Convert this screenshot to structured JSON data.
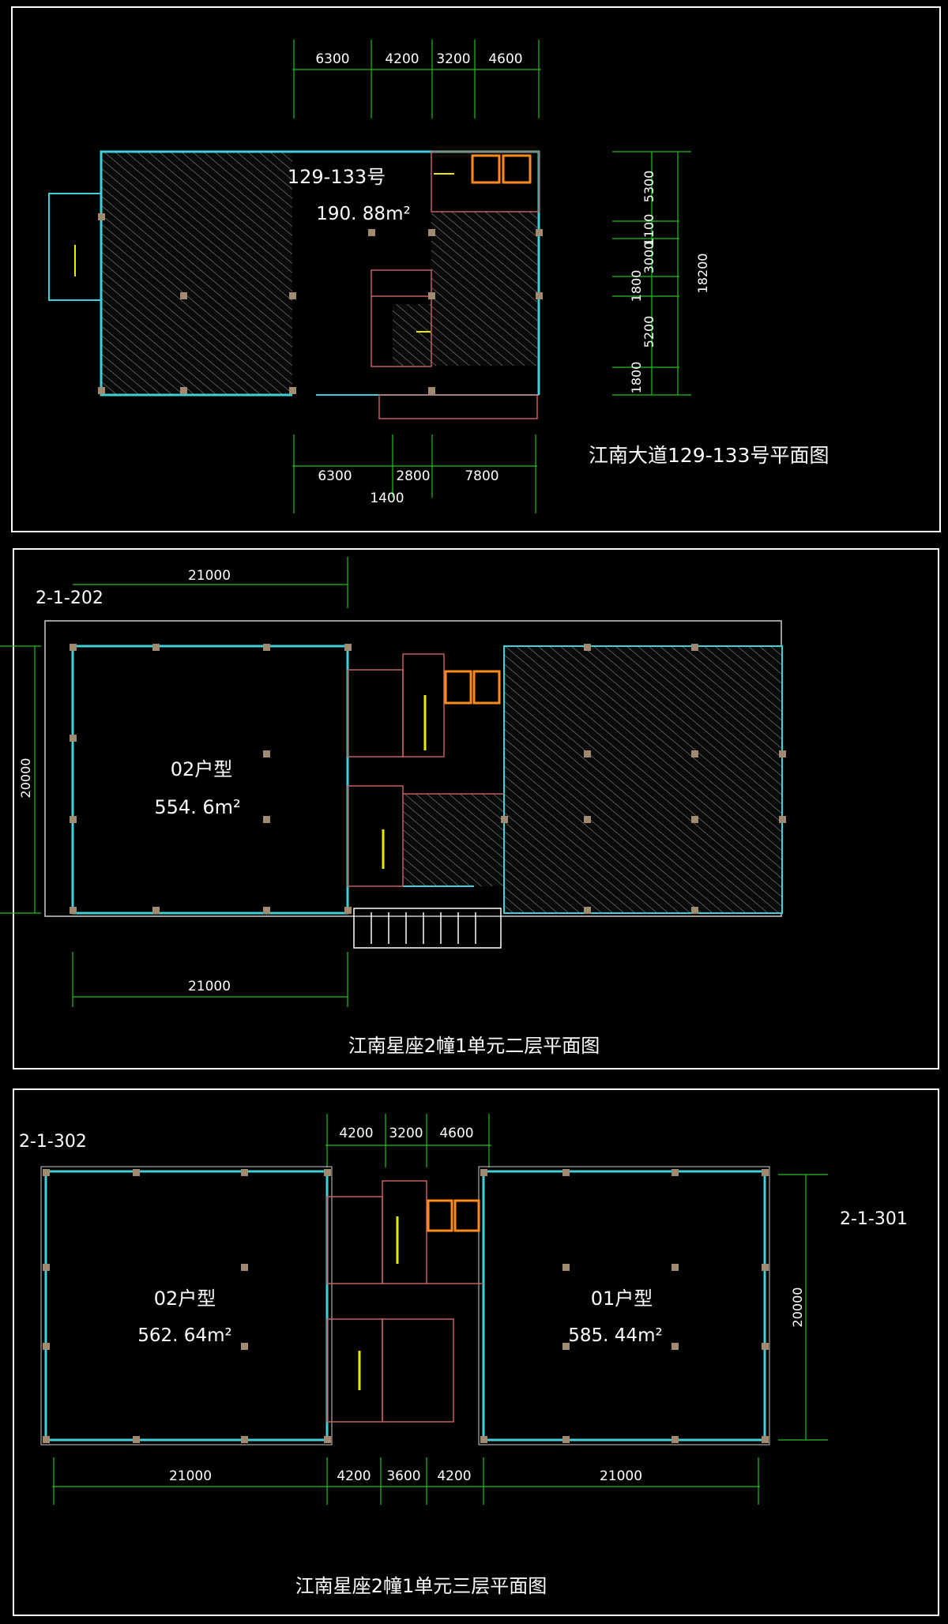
{
  "plan1": {
    "title": "江南大道129-133号平面图",
    "unit_number": "129-133号",
    "area": "190. 88m²",
    "top_dims": [
      "6300",
      "4200",
      "3200",
      "4600"
    ],
    "bottom_dims": [
      "6300",
      "2800",
      "7800"
    ],
    "bottom_extra": "1400",
    "right_dims": [
      "5300",
      "1100",
      "3000",
      "1800",
      "5200",
      "1800"
    ],
    "right_total": "18200"
  },
  "plan2": {
    "title": "江南星座2幢1单元二层平面图",
    "unit_code": "2-1-202",
    "unit_type": "02户型",
    "area": "554. 6m²",
    "top_dim": "21000",
    "bottom_dim": "21000",
    "left_dim": "20000"
  },
  "plan3": {
    "title": "江南星座2幢1单元三层平面图",
    "left_code": "2-1-302",
    "right_code": "2-1-301",
    "left_type": "02户型",
    "left_area": "562. 64m²",
    "right_type": "01户型",
    "right_area": "585. 44m²",
    "top_dims": [
      "4200",
      "3200",
      "4600"
    ],
    "bottom_dims": [
      "21000",
      "4200",
      "3600",
      "4200",
      "21000"
    ],
    "right_dim": "20000"
  },
  "colors": {
    "background": "#000000",
    "frame": "#ffffff",
    "wall": "#40d0d8",
    "dimension": "#20c020",
    "hatch": "#8a8a8a",
    "column": "#a08a70",
    "elevator": "#ff8c1a",
    "stair": "#e8e800",
    "interior": "#c06060"
  }
}
